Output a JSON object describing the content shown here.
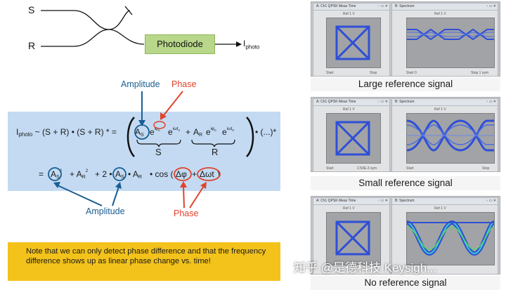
{
  "coupler": {
    "input_s": "S",
    "input_r": "R",
    "photodiode_label": "Photodiode",
    "output_label_main": "I",
    "output_label_sub": "photo"
  },
  "annotations_top": {
    "amplitude": "Amplitude",
    "phase": "Phase"
  },
  "equation": {
    "lhs_i": "I",
    "lhs_sub": "photo",
    "lhs_rest": " ~ (S + R) • (S + R) * =",
    "term_as": "A",
    "term_as_sub": "S",
    "e1": "e",
    "e1_exp": "iφ",
    "e1_exp_sub": "S",
    "e2": "e",
    "e2_exp": "iωt",
    "e2_exp_sub": "S",
    "plus": "+",
    "term_ar": "A",
    "term_ar_sub": "R",
    "e3": "e",
    "e3_exp": "iφ",
    "e3_exp_sub": "R",
    "e4": "e",
    "e4_exp": "iωt",
    "e4_exp_sub": "R",
    "tail": "• (...)*",
    "brace_s": "S",
    "brace_r": "R",
    "line2_eq": "=",
    "line2_as": "A",
    "line2_as_sub": "S",
    "line2_sq1": "2",
    "line2_plus_ar": "+ A",
    "line2_ar_sub": "R",
    "line2_sq2": "2",
    "line2_plus2": "+ 2 •",
    "line2_as2": "A",
    "line2_as2_sub": "S",
    "line2_dot_ar": "• A",
    "line2_ar2_sub": "R",
    "line2_cos": "• cos (",
    "line2_dphi": "Δφ",
    "line2_plus3": "+",
    "line2_dwt": "Δωt",
    "line2_close": ")"
  },
  "annotations_bottom": {
    "amplitude": "Amplitude",
    "phase": "Phase"
  },
  "note": {
    "text": "Note that we can only detect phase difference and that the frequency difference shows up as linear phase change vs. time!"
  },
  "panels": [
    {
      "caption": "Large reference signal",
      "left_title": "A: Ch1 QPSK Meas Time",
      "right_title": "B: Spectrum",
      "left_ylabel": "Ref 1 V",
      "right_ylabel": "Ref 1 V",
      "left_start": "Start",
      "left_stop": "Stop",
      "right_start": "Start 0",
      "right_stop": "Stop 1 sym"
    },
    {
      "caption": "Small reference signal",
      "left_title": "A: Ch1 QPSK Meas Time",
      "right_title": "B: Spectrum",
      "left_ylabel": "Ref 1 V",
      "right_ylabel": "Ref 1 V",
      "left_start": "Start",
      "left_stop": "2.50E-3 sym",
      "right_start": "Start",
      "right_stop": "Stop"
    },
    {
      "caption": "No reference signal",
      "left_title": "A: Ch1 QPSK Meas Time",
      "right_title": "B: Spectrum",
      "left_ylabel": "Ref 1 V",
      "right_ylabel": "Ref 1 V",
      "left_start": "",
      "left_stop": "",
      "right_start": "",
      "right_stop": ""
    }
  ],
  "watermark": "知乎 @是德科技 Keysigh...",
  "colors": {
    "equation_bg": "#c3daf2",
    "note_bg": "#f3c21b",
    "photodiode_bg": "#b8d78a",
    "blue_annotation": "#1a5e93",
    "red_annotation": "#e0432d",
    "trace_blue": "#2f4fd6"
  }
}
